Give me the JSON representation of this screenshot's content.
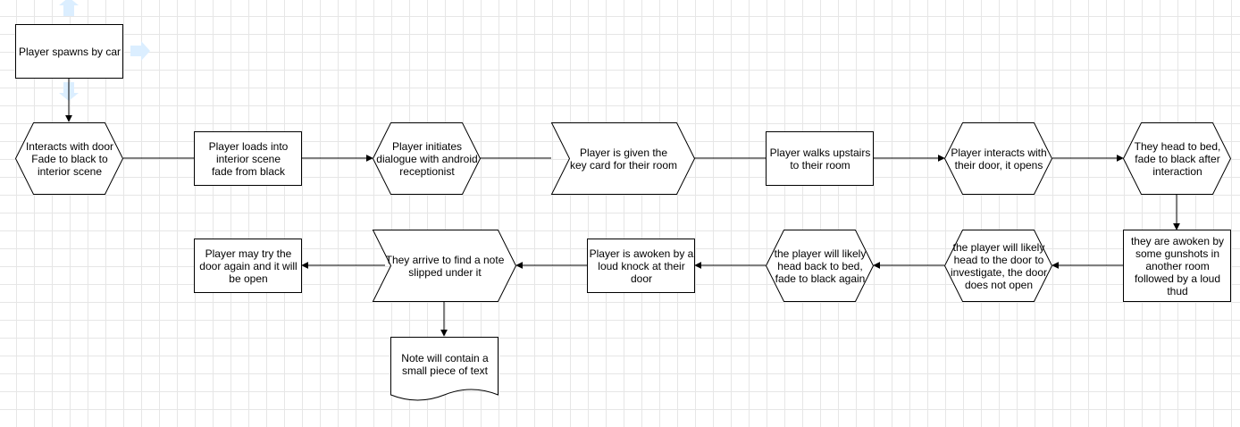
{
  "diagram": {
    "nodes": {
      "spawn": "Player spawns by car",
      "interact_door": "Interacts with door\nFade to black to\ninterior scene",
      "load_interior": "Player loads into\ninterior scene\nfade from black",
      "dialogue": "Player initiates\ndialogue with android\nreceptionist",
      "key_card": "Player is given the\nkey card for their room",
      "upstairs": "Player walks upstairs\nto their room",
      "room_door": "Player interacts with\ntheir door, it opens",
      "bed": "They head to bed,\nfade to black after\ninteraction",
      "gunshots": "they are awoken by\nsome gunshots in\nanother room\nfollowed by a loud\nthud",
      "investigate": "the player will likely\nhead to the door to\ninvestigate, the door\ndoes not open",
      "back_to_bed": "the player will likely\nhead back to bed,\nfade to black again",
      "knock": "Player is awoken by a\nloud knock at their\ndoor",
      "note_found": "They arrive to find a note\nslipped under it",
      "door_open": "Player may try the\ndoor again and it will\nbe open",
      "note_text": "Note will contain a\nsmall piece of text"
    },
    "colors": {
      "stroke": "#000000",
      "fill": "#ffffff",
      "grid": "#e6e6e6",
      "selection_hint": "#dbeeff"
    }
  }
}
